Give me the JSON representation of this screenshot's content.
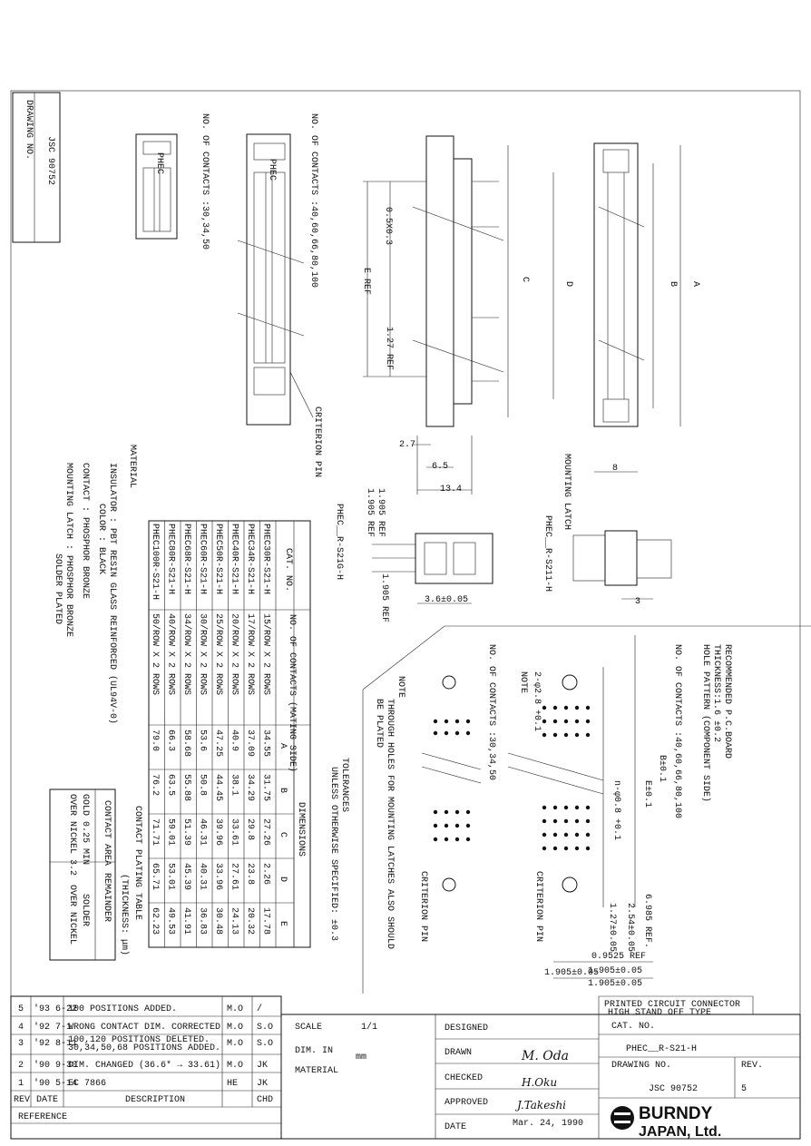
{
  "drawing": {
    "drawing_no_label": "DRAWING NO.",
    "drawing_no_value": "JSC 90752",
    "top_left_labels": {
      "contacts_40": "NO. OF CONTACTS :40,60,66,80,100",
      "contacts_30": "NO. OF CONTACTS :30,34,50"
    },
    "side_view": {
      "dim_0_5": "0.5X0.3",
      "e_ref": "E REF",
      "c": "C",
      "ref_127": "1.27 REF",
      "dim_2_7": "2.7",
      "dim_6_5": "6.5",
      "dim_13_4": "13.4",
      "criterion_pin": "CRITERION PIN"
    },
    "front_view": {
      "d": "D",
      "b": "B",
      "a": "A",
      "dim_8": "8",
      "mounting_latch": "MOUNTING LATCH",
      "latch_part": "PHEC__R-S211-H",
      "dim_3": "3"
    },
    "end_view": {
      "ref_1905_a": "1.905 REF",
      "ref_1905_b": "1.905 REF",
      "ref_1905_c": "1.905 REF",
      "part": "PHEC__R-S21G-H",
      "dim_3_6": "3.6±0.05"
    },
    "pcb": {
      "title1": "RECOMMENDED P.C.BOARD",
      "title2": "THICKNESS:1.6 ±0.2",
      "title3": "HOLE PATTERN (COMPONENT SIDE)",
      "contacts_40": "NO. OF CONTACTS :40,60,66,80,100",
      "contacts_30": "NO. OF CONTACTS :30,34,50",
      "note_label": "NOTE",
      "hole_note": "2-φ2.8 +0.1",
      "note_text1": "THROUGH HOLES FOR MOUNTING LATCHES ALSO SHOULD",
      "note_text2": "BE PLATED",
      "b_ref": "B±0.1",
      "e_ref": "E±0.1",
      "hole_dia": "n-φ0.8 +0.1",
      "criterion_pin_1": "CRITERION PIN",
      "criterion_pin_2": "CRITERION PIN",
      "ref_6985": "6.985 REF.",
      "dim_254": "2.54±0.05",
      "dim_127": "1.27±0.05",
      "ref_09525": "0.9525 REF",
      "dim_1905_a": "1.905±0.05",
      "dim_1905_b": "1.905±0.05",
      "dim_1905_c": "1.905±0.05"
    },
    "tolerances": {
      "line1": "TOLERANCES",
      "line2": "UNLESS OTHERWISE SPECIFIED: ±0.3"
    },
    "cat_table": {
      "header_cat": "CAT. NO.",
      "header_contacts": "NO. OF CONTACTS (MATING SIDE)",
      "header_dimensions": "DIMENSIONS",
      "header_cols": [
        "A",
        "B",
        "C",
        "D",
        "E"
      ],
      "rows": [
        {
          "cat": "PHEC30R-S21-H",
          "contacts": "15/ROW X 2 ROWS",
          "a": "34.55",
          "b": "31.75",
          "c": "27.26",
          "d": "2.26",
          "e": "17.78"
        },
        {
          "cat": "PHEC34R-S21-H",
          "contacts": "17/ROW X 2 ROWS",
          "a": "37.09",
          "b": "34.29",
          "c": "29.8",
          "d": "23.8",
          "e": "20.32"
        },
        {
          "cat": "PHEC40R-S21-H",
          "contacts": "20/ROW X 2 ROWS",
          "a": "40.9",
          "b": "38.1",
          "c": "33.61",
          "d": "27.61",
          "e": "24.13"
        },
        {
          "cat": "PHEC50R-S21-H",
          "contacts": "25/ROW X 2 ROWS",
          "a": "47.25",
          "b": "44.45",
          "c": "39.96",
          "d": "33.96",
          "e": "30.48"
        },
        {
          "cat": "PHEC60R-S21-H",
          "contacts": "30/ROW X 2 ROWS",
          "a": "53.6",
          "b": "50.8",
          "c": "46.31",
          "d": "40.31",
          "e": "36.83"
        },
        {
          "cat": "PHEC68R-S21-H",
          "contacts": "34/ROW X 2 ROWS",
          "a": "58.68",
          "b": "55.88",
          "c": "51.39",
          "d": "45.39",
          "e": "41.91"
        },
        {
          "cat": "PHEC80R-S21-H",
          "contacts": "40/ROW X 2 ROWS",
          "a": "66.3",
          "b": "63.5",
          "c": "59.01",
          "d": "53.01",
          "e": "49.53"
        },
        {
          "cat": "PHEC100R-S21-H",
          "contacts": "50/ROW X 2 ROWS",
          "a": "79.0",
          "b": "76.2",
          "c": "71.71",
          "d": "65.71",
          "e": "62.23"
        }
      ]
    },
    "material": {
      "title": "MATERIAL",
      "insulator": "INSULATOR : PBT RESIN GLASS REINFORCED (UL94V-0)",
      "color": "COLOR : BLACK",
      "contact": "CONTACT : PHOSPHOR BRONZE",
      "latch": "MOUNTING LATCH : PHOSPHOR BRONZE",
      "latch2": "SOLDER PLATED"
    },
    "plating": {
      "title": "CONTACT PLATING TABLE",
      "subtitle": "(THICKNESS: μm)",
      "col1": "CONTACT AREA",
      "col2": "REMAINDER",
      "val1a": "GOLD 0.25 MIN",
      "val1b": "OVER NICKEL 3.2",
      "val2a": "SOLDER",
      "val2b": "OVER NICKEL"
    }
  },
  "revisions": {
    "rows": [
      {
        "rev": "5",
        "date": "'93 6-22",
        "desc": "100 POSITIONS ADDED.",
        "by": "M.O",
        "chk": "/"
      },
      {
        "rev": "4",
        "date": "'92 7-1",
        "desc": "WRONG CONTACT DIM. CORRECTED",
        "by": "M.O",
        "chk": "S.O"
      },
      {
        "rev": "3",
        "date": "'92 8-11",
        "desc": "100,120 POSITIONS DELETED. 30,34,50,68 POSITIONS ADDED.",
        "by": "M.O",
        "chk": "S.O"
      },
      {
        "rev": "2",
        "date": "'90 9-30",
        "desc": "DIM. CHANGED (36.6* → 33.61)",
        "by": "M.O",
        "chk": "JK"
      },
      {
        "rev": "1",
        "date": "'90 5-14",
        "desc": "EC 7866",
        "by": "HE",
        "chk": "JK"
      }
    ],
    "header_rev": "REV",
    "header_date": "DATE",
    "header_desc": "DESCRIPTION",
    "header_chd": "CHD",
    "reference": "REFERENCE"
  },
  "title_block": {
    "scale_label": "SCALE",
    "scale_value": "1/1",
    "dim_label": "DIM. IN",
    "dim_unit": "mm",
    "material_label": "MATERIAL",
    "designed_label": "DESIGNED",
    "drawn_label": "DRAWN",
    "drawn_sign": "M. Oda",
    "checked_label": "CHECKED",
    "checked_sign": "H.Oku",
    "approved_label": "APPROVED",
    "approved_sign": "J.Takeshi",
    "date_label": "DATE",
    "date_value": "Mar. 24, 1990",
    "title1": "PRINTED CIRCUIT CONNECTOR",
    "title2": "HIGH STAND OFF TYPE",
    "cat_label": "CAT. NO.",
    "cat_value": "PHEC__R-S21-H",
    "drawing_label": "DRAWING NO.",
    "rev_label": "REV.",
    "drawing_value": "JSC 90752",
    "rev_value": "5",
    "company1": "BURNDY",
    "company2": "JAPAN, Ltd."
  }
}
